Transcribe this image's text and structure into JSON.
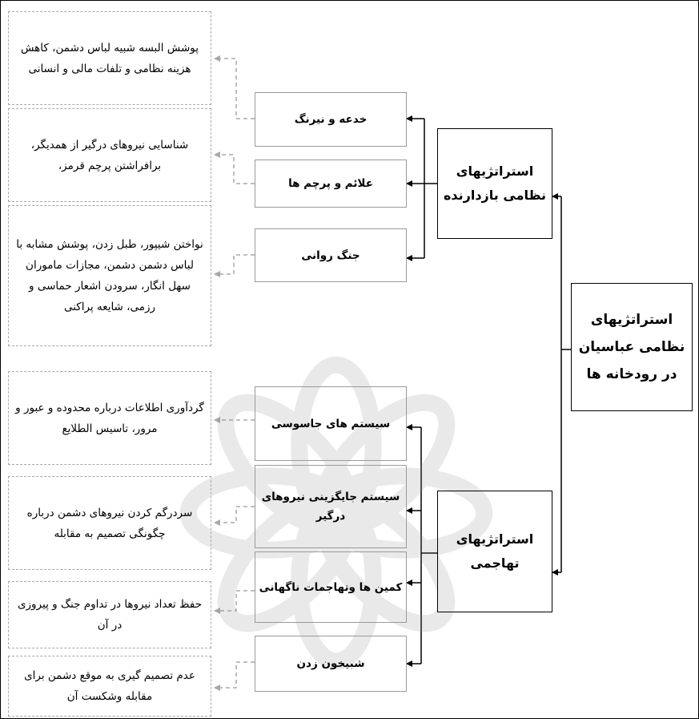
{
  "root": {
    "label": "استراتژیهای نظامی عباسیان در رودخانه ها"
  },
  "categories": [
    {
      "label": "استراتژیهای نظامی بازدارنده"
    },
    {
      "label": "استراتژیهای تهاجمی"
    }
  ],
  "tactics": [
    {
      "label": "خدعه و نیرنگ"
    },
    {
      "label": "علائم و پرچم ها"
    },
    {
      "label": "جنگ روانی"
    },
    {
      "label": "سیستم های جاسوسی"
    },
    {
      "label": "سیستم جایگزینی نیروهای درگیر"
    },
    {
      "label": "کمین ها وتهاجمات ناگهانی"
    },
    {
      "label": "شبیخون زدن"
    }
  ],
  "descriptions": [
    {
      "label": "پوشش البسه شبیه لباس دشمن، کاهش هزینه نظامی و تلفات مالی و انسانی"
    },
    {
      "label": "شناسایی نیروهای درگیر از همدیگر، برافراشتن پرچم قرمز،"
    },
    {
      "label": "نواختن شیپور، طبل زدن، پوشش مشابه با لباس دشمن دشمن، مجازات ماموران سهل انگار، سرودن اشعار حماسی و رزمی، شایعه پراکنی"
    },
    {
      "label": "گردآوری اطلاعات درباره محدوده و عبور و مرور، تاسیس الطلایع"
    },
    {
      "label": "سردرگم کردن نیروهای دشمن درباره چگونگی تصمیم به مقابله"
    },
    {
      "label": "حفظ تعداد نیروها در تداوم جنگ و پیروزی در آن"
    },
    {
      "label": "عدم تصمیم گیری به موقع دشمن برای مقابله وشکست آن"
    }
  ],
  "colors": {
    "line": "#000000",
    "dashed": "#a8a8a8",
    "box_border": "#9a9a9a"
  }
}
